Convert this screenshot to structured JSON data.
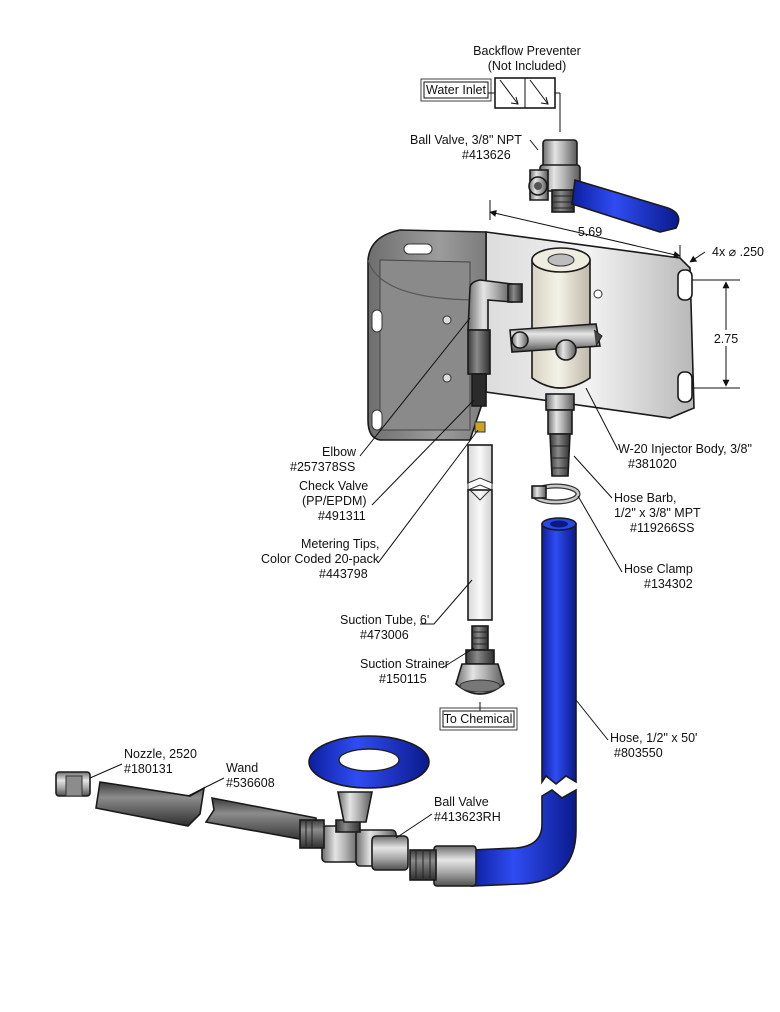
{
  "labels": {
    "backflow_1": "Backflow Preventer",
    "backflow_2": "(Not Included)",
    "water_inlet": "Water Inlet",
    "ball_valve_top_1": "Ball Valve, 3/8\" NPT",
    "ball_valve_top_2": "#413626",
    "dim_width": "5.69",
    "dim_holes": "4x ⌀ .250",
    "dim_height": "2.75",
    "elbow_1": "Elbow",
    "elbow_2": "#257378SS",
    "check_valve_1": "Check Valve",
    "check_valve_2": "(PP/EPDM)",
    "check_valve_3": "#491311",
    "metering_1": "Metering Tips,",
    "metering_2": "Color Coded 20-pack",
    "metering_3": "#443798",
    "suction_tube_1": "Suction Tube, 6'",
    "suction_tube_2": "#473006",
    "strainer_1": "Suction Strainer",
    "strainer_2": "#150115",
    "to_chemical": "To Chemical",
    "injector_1": "W-20 Injector Body, 3/8\"",
    "injector_2": "#381020",
    "hose_barb_1": "Hose Barb,",
    "hose_barb_2": "1/2\" x 3/8\" MPT",
    "hose_barb_3": "#119266SS",
    "hose_clamp_1": "Hose Clamp",
    "hose_clamp_2": "#134302",
    "hose_1": "Hose, 1/2\" x 50'",
    "hose_2": "#803550",
    "nozzle_1": "Nozzle, 2520",
    "nozzle_2": "#180131",
    "wand_1": "Wand",
    "wand_2": "#536608",
    "ball_valve_bottom_1": "Ball Valve",
    "ball_valve_bottom_2": "#413623RH"
  },
  "colors": {
    "handle_blue": "#1a37d6",
    "hose_blue": "#1530e0",
    "steel": "#9a9a9a",
    "bracket": "#c8c8c8"
  }
}
